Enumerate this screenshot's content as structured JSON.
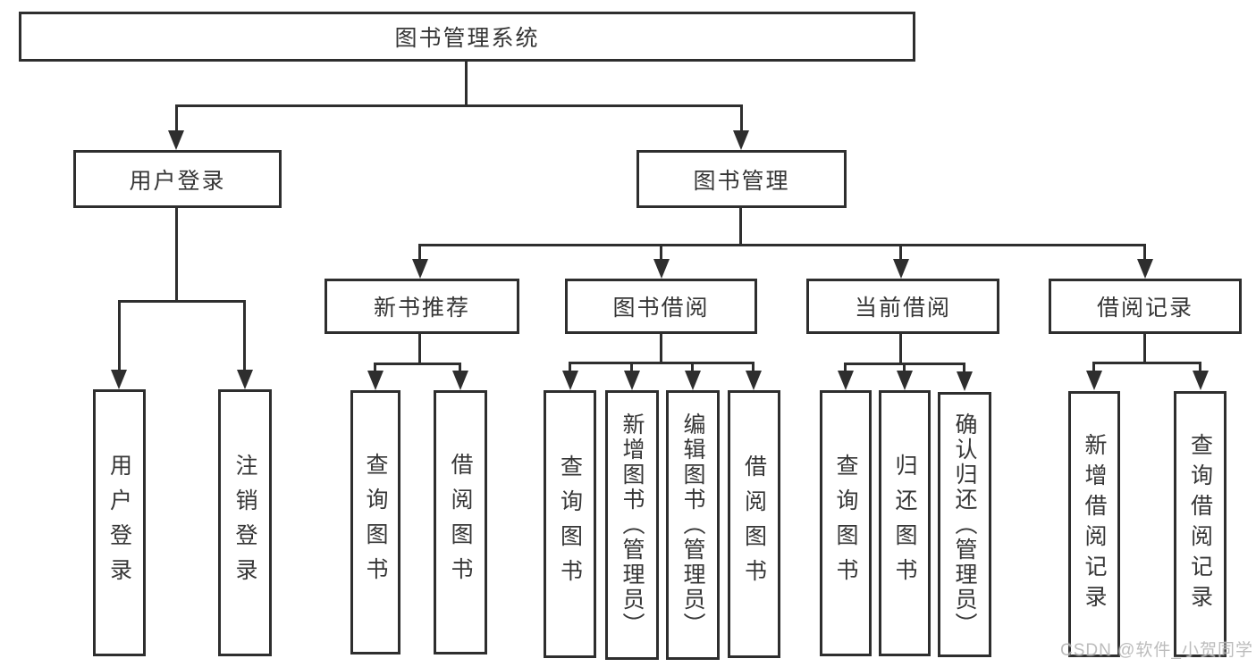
{
  "page": {
    "background": "#ffffff"
  },
  "watermark": {
    "text": "CSDN @软件_小贺同学"
  },
  "colors": {
    "line": "#2e2e2e",
    "text": "#363636",
    "watermark": "#b5b5b5"
  },
  "diagram": {
    "type": "tree",
    "root": "图书管理系统",
    "level2": {
      "user_login": "用户登录",
      "book_mgmt": "图书管理"
    },
    "level3": {
      "new_books": "新书推荐",
      "book_borrow": "图书借阅",
      "current_borrow": "当前借阅",
      "borrow_records": "借阅记录"
    },
    "leaves": {
      "user_login": [
        "用户登录",
        "注销登录"
      ],
      "new_books": [
        "查询图书",
        "借阅图书"
      ],
      "book_borrow": [
        "查询图书",
        "新增图书（管理员）",
        "编辑图书（管理员）",
        "借阅图书"
      ],
      "current_borrow": [
        "查询图书",
        "归还图书",
        "确认归还（管理员）"
      ],
      "borrow_records": [
        "新增借阅记录",
        "查询借阅记录"
      ]
    }
  }
}
